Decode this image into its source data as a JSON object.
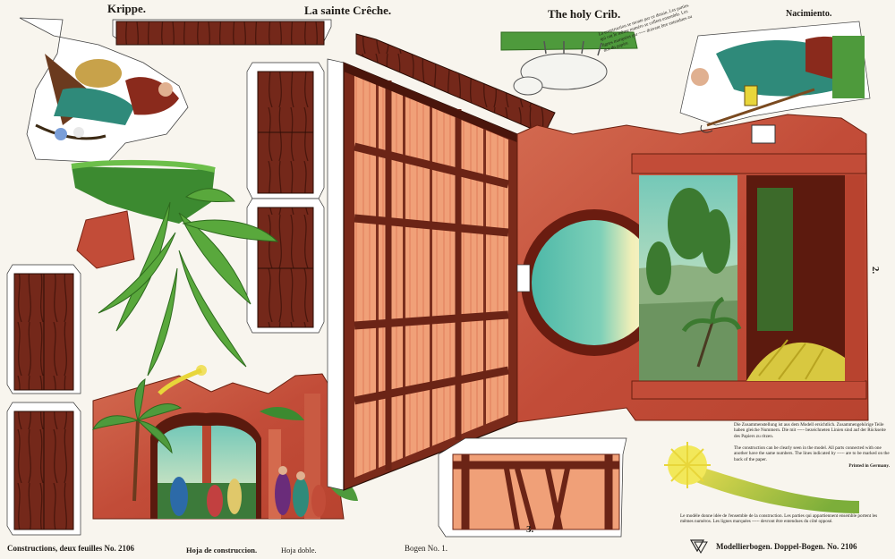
{
  "titles": {
    "german": "Krippe.",
    "french": "La sainte Crêche.",
    "english": "The holy Crib.",
    "spanish": "Nacimiento."
  },
  "labels": {
    "panel_number_2": "2.",
    "panel_number_3": "3."
  },
  "notes": {
    "french_top": "La construction se monte par ce dessin. Les parties qui ont le même numéro se collent ensemble. Les lignes marquées par ~~~ doivent être entendues au dos du papier.",
    "german": "Die Zusammenstellung ist aus dem Modell ersichtlich. Zusammengehörige Teile haben gleiche Nummern. Die mit ~~~ bezeichneten Linien sind auf der Rückseite des Papiers zu ritzen.",
    "english": "The construction can be clearly seen in the model. All parts connected with one another have the same numbers. The lines indicated by ~~~ are to be marked on the back of the paper.",
    "printed": "Printed in Germany.",
    "french_bottom": "Le modèle donne idée de l'ensemble de la construction. Les parties qui appartiennent ensemble portent les mêmes numéros. Les lignes marquées ~~~ devront être entendues du côté opposé."
  },
  "footer": {
    "constructions": "Constructions, deux feuilles No. 2106",
    "hoja": "Hoja de construccion.",
    "hoja_doble": "Hoja doble.",
    "bogen": "Bogen No. 1.",
    "modellierbogen": "Modellierbogen. Doppel-Bogen. No. 2106"
  },
  "colors": {
    "paper": "#f8f5ee",
    "wood_dark": "#6b2416",
    "wood_mid": "#8a3322",
    "wall_red": "#c7553e",
    "sky_teal": "#4fb8a4",
    "foliage_green": "#4e9a3c",
    "star_yellow": "#e8d63a"
  }
}
